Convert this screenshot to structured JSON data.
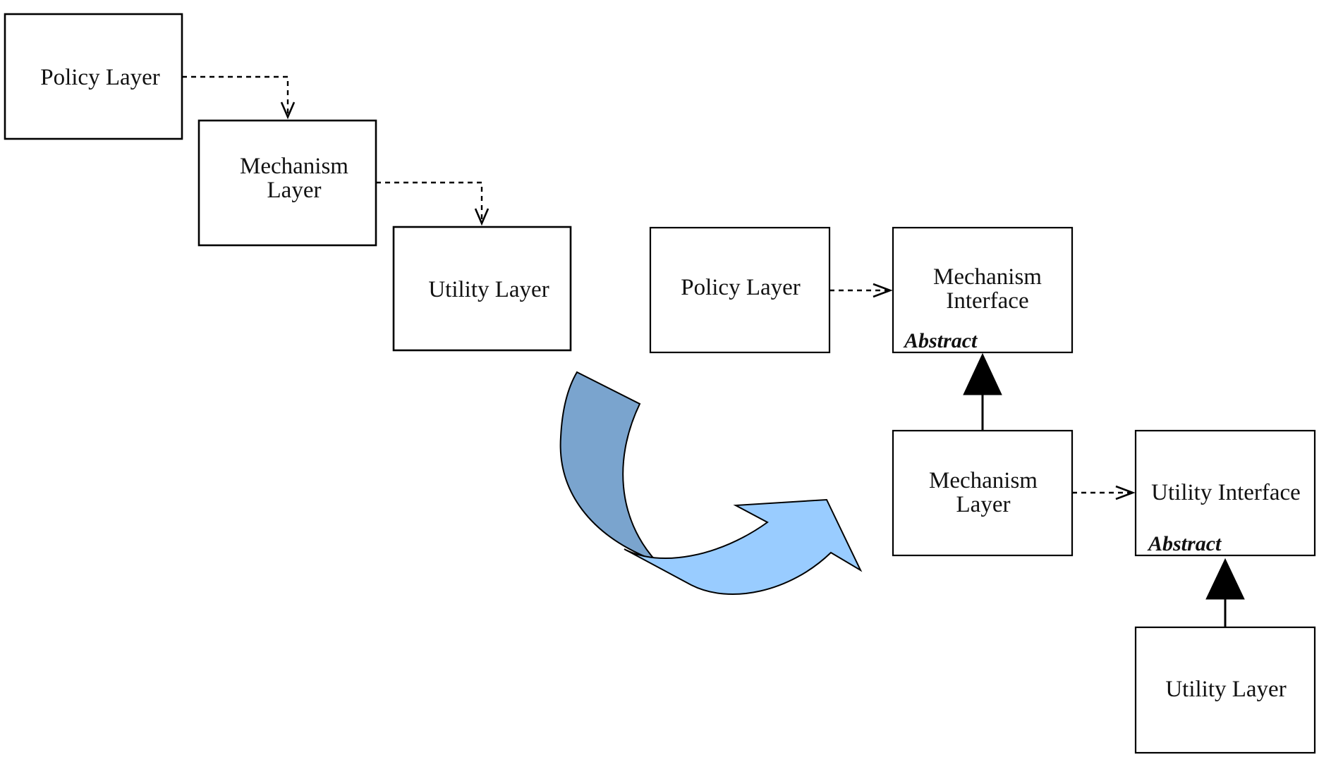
{
  "diagram": {
    "before": {
      "policy_layer": "Policy Layer",
      "mechanism_layer": [
        "Mechanism",
        "Layer"
      ],
      "utility_layer": "Utility Layer"
    },
    "after": {
      "policy_layer": "Policy Layer",
      "mechanism_interface": [
        "Mechanism",
        "Interface"
      ],
      "mechanism_interface_tag": "Abstract",
      "mechanism_layer": [
        "Mechanism",
        "Layer"
      ],
      "utility_interface": "Utility Interface",
      "utility_interface_tag": "Abstract",
      "utility_layer": "Utility Layer"
    },
    "colors": {
      "transform_arrow_back": "#7aa4ce",
      "transform_arrow_front": "#99ccff",
      "line": "#000000"
    }
  }
}
